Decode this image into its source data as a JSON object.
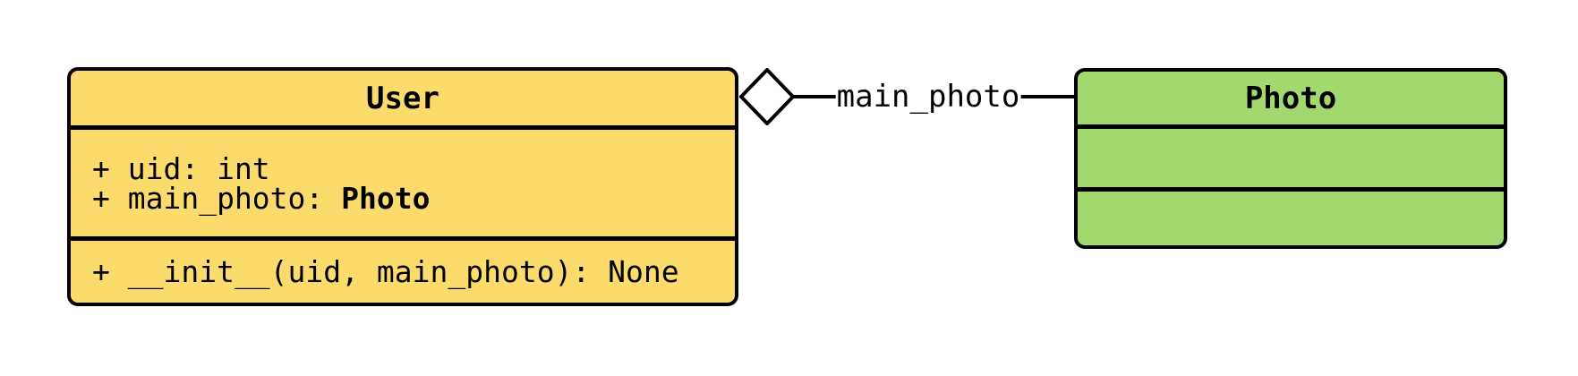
{
  "diagram": {
    "kind": "uml-class-diagram",
    "classes": {
      "user": {
        "title": "User",
        "fill": "#FCDB6D",
        "attributes": [
          {
            "text": "+ uid: int",
            "bold": ""
          },
          {
            "text": "+ main_photo: ",
            "bold": "Photo"
          }
        ],
        "methods": [
          {
            "text": "+ __init__(uid, main_photo): None",
            "bold": ""
          }
        ]
      },
      "photo": {
        "title": "Photo",
        "fill": "#A2D96E",
        "attributes": [],
        "methods": []
      }
    },
    "relationship": {
      "type": "aggregation",
      "label": "main_photo",
      "diamond_fill": "#FFFFFF",
      "line_color": "#000000"
    }
  }
}
